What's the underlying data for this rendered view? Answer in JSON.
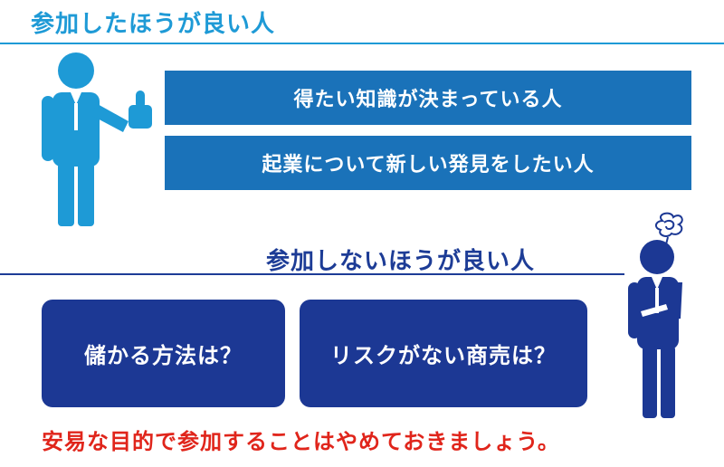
{
  "section_recommended": {
    "title": "参加したほうが良い人",
    "items": [
      "得たい知識が決まっている人",
      "起業について新しい発見をしたい人"
    ]
  },
  "section_not_recommended": {
    "title": "参加しないほうが良い人",
    "items": [
      "儲かる方法は？",
      "リスクがない商売は？"
    ]
  },
  "footer_note": "安易な目的で参加することはやめておきましょう。",
  "icons": {
    "person_thumbs_up": "person-thumbs-up-icon",
    "person_confused": "person-confused-icon"
  },
  "colors": {
    "accent_blue": "#1e9ad6",
    "bar_blue": "#1a72b9",
    "navy": "#1c3894",
    "warning_red": "#e0251b"
  }
}
